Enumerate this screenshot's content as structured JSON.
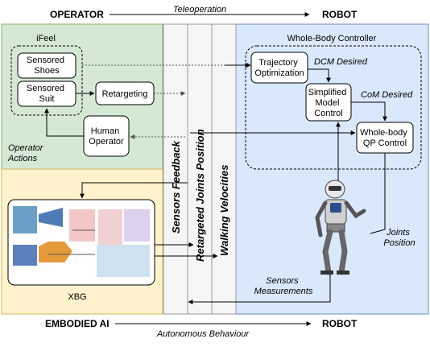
{
  "header": {
    "left": "OPERATOR",
    "center": "Teleoperation",
    "right": "ROBOT"
  },
  "footer": {
    "left": "EMBODIED AI",
    "center": "Autonomous Behaviour",
    "right": "ROBOT"
  },
  "ifeel": {
    "title": "iFeel",
    "shoes": [
      "Sensored",
      "Shoes"
    ],
    "suit": [
      "Sensored",
      "Suit"
    ],
    "retargeting": "Retargeting",
    "human_operator": [
      "Human",
      "Operator"
    ],
    "operator_actions": [
      "Operator",
      "Actions"
    ]
  },
  "channels": {
    "sensors_feedback": "Sensors Feedback",
    "retargeted_joints": "Retargeted Joints Position",
    "walking_velocities": "Walking Velocities"
  },
  "controller": {
    "title": "Whole-Body Controller",
    "trajectory": [
      "Trajectory",
      "Optimization"
    ],
    "dcm_desired": "DCM Desired",
    "simplified": [
      "Simplified",
      "Model",
      "Control"
    ],
    "com_desired": "CoM Desired",
    "qp": [
      "Whole-body",
      "QP Control"
    ],
    "joints_position": [
      "Joints",
      "Position"
    ],
    "sensors_measurements": [
      "Sensors",
      "Measurements"
    ]
  },
  "xbg": {
    "label": "XBG"
  },
  "colors": {
    "green_panel": "#d5e8d4",
    "yellow_panel": "#fff2cc",
    "blue_panel": "#dae8fc",
    "channel_gray": "#f5f5f5"
  }
}
